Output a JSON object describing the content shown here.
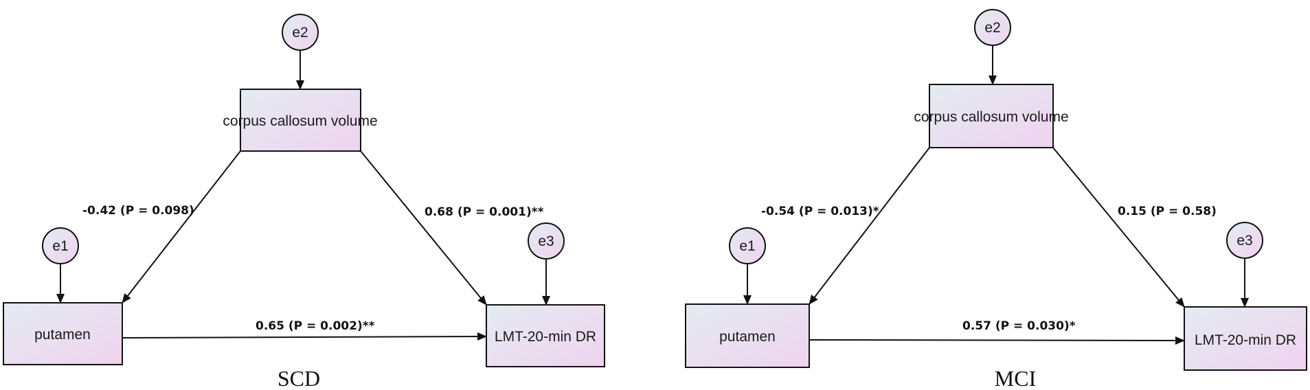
{
  "colors": {
    "box_fill_start": "#e4ebf2",
    "box_fill_end": "#efd3ef",
    "stroke": "#111111"
  },
  "panels": [
    {
      "group_label": "SCD",
      "errors": [
        "e2",
        "e1",
        "e3"
      ],
      "nodes": {
        "mediator": "corpus callosum volume",
        "predictor": "putamen",
        "outcome": "LMT-20-min DR"
      },
      "paths": {
        "a": "-0.42 (P = 0.098)",
        "b": "0.68 (P = 0.001)**",
        "c": "0.65 (P = 0.002)**"
      }
    },
    {
      "group_label": "MCI",
      "errors": [
        "e2",
        "e1",
        "e3"
      ],
      "nodes": {
        "mediator": "corpus callosum volume",
        "predictor": "putamen",
        "outcome": "LMT-20-min DR"
      },
      "paths": {
        "a": "-0.54 (P = 0.013)*",
        "b": "0.15 (P = 0.58)",
        "c": "0.57 (P = 0.030)*"
      }
    }
  ]
}
